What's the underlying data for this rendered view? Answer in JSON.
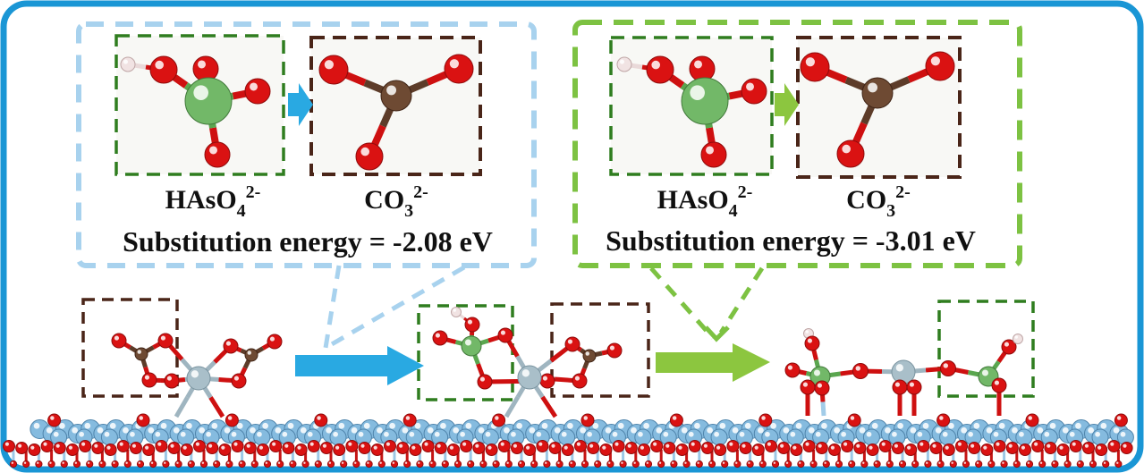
{
  "figure": {
    "type": "reaction-scheme",
    "frame_color": "#1a96d5",
    "background": "#ffffff"
  },
  "colors": {
    "pathway_left_dash": "#a8d2ee",
    "pathway_right_dash": "#7dc242",
    "reactant_box_green": "#2f7d1f",
    "product_box_brown": "#4a2518",
    "arrow_blue": "#29a9e2",
    "arrow_green": "#8cc63f",
    "oxygen": "#da1212",
    "arsenic": "#72b868",
    "carbon": "#6e4a33",
    "hydrogen": "#f1e3e3",
    "metal_center": "#a9bfc9",
    "surface_atom": "#85bbdf"
  },
  "pathways": {
    "left": {
      "reactant": {
        "base": "HAsO",
        "subscript": "4",
        "superscript": "2-"
      },
      "product": {
        "base": "CO",
        "subscript": "3",
        "superscript": "2-"
      },
      "energy": "Substitution energy = -2.08 eV"
    },
    "right": {
      "reactant": {
        "base": "HAsO",
        "subscript": "4",
        "superscript": "2-"
      },
      "product": {
        "base": "CO",
        "subscript": "3",
        "superscript": "2-"
      },
      "energy": "Substitution energy = -3.01 eV"
    }
  }
}
